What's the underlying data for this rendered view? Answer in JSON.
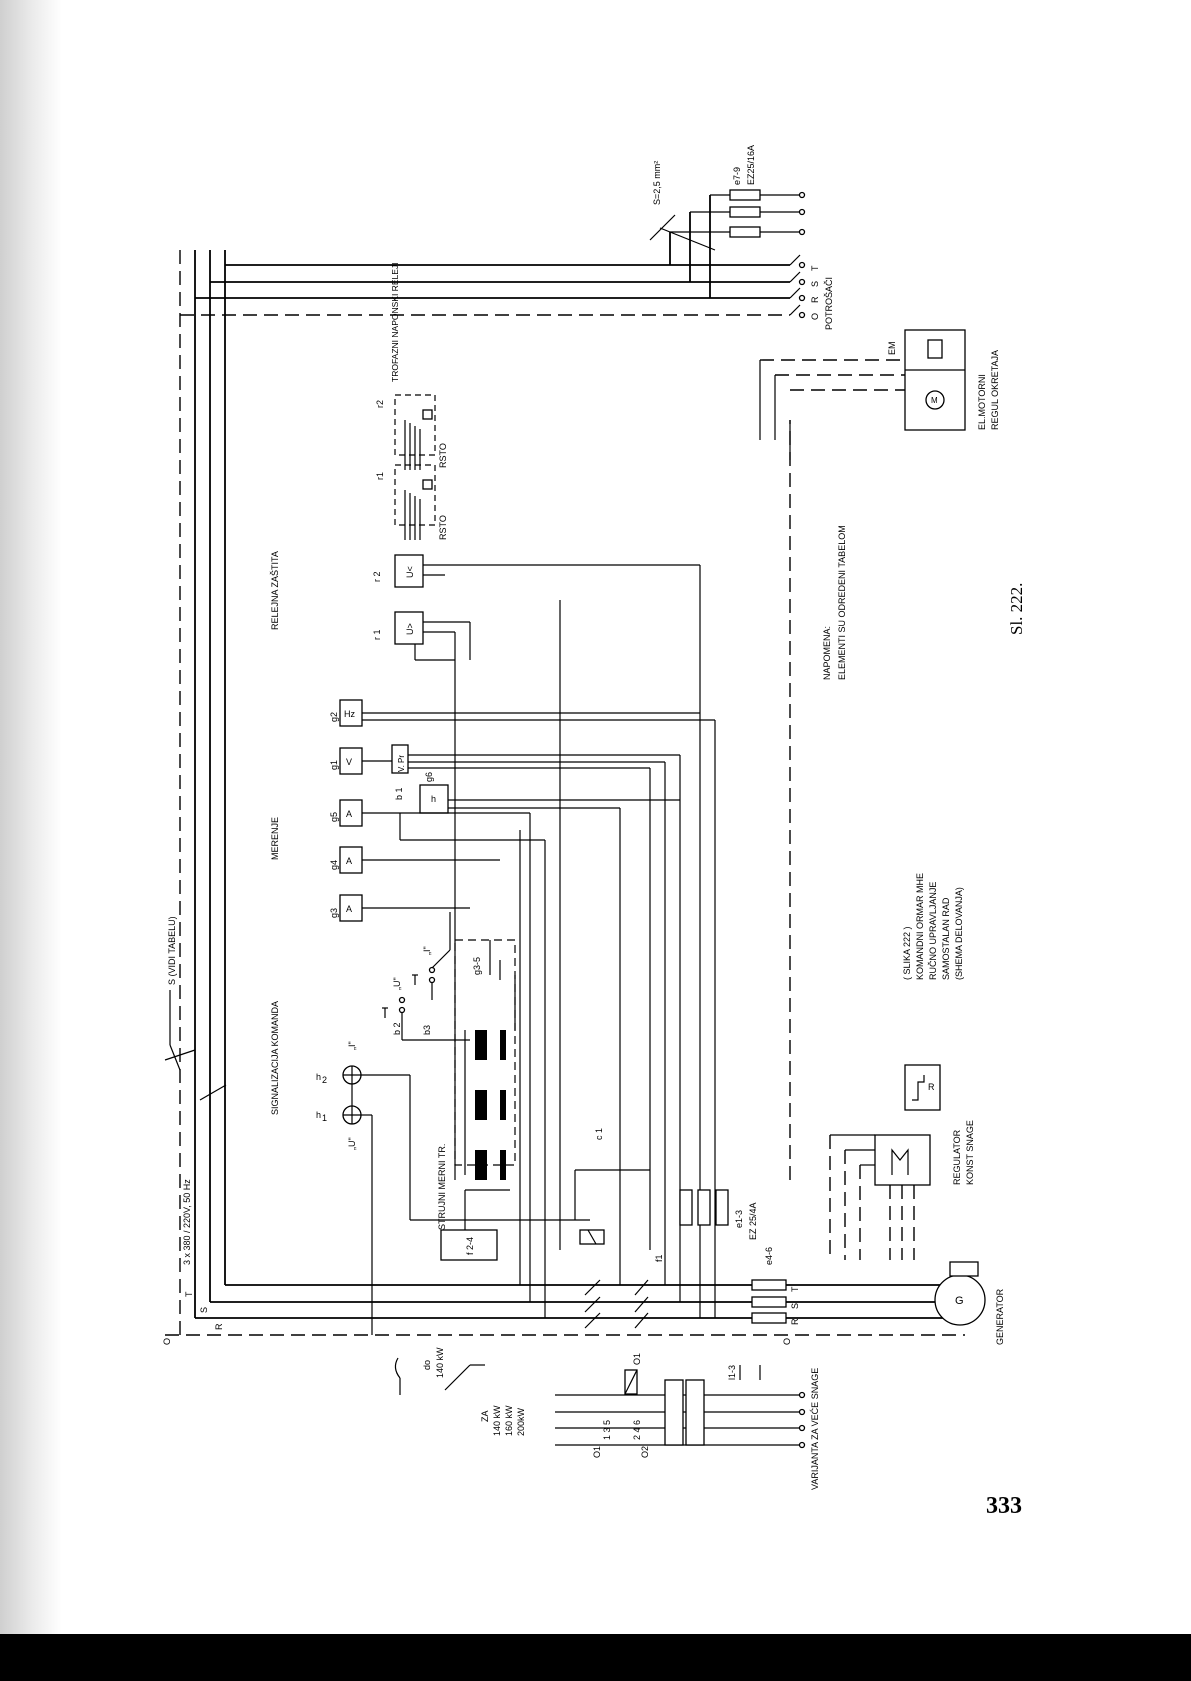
{
  "page": {
    "number": "333",
    "figure_caption": "Sl. 222."
  },
  "bus": {
    "supply": "3 x 380 / 220V, 50 Hz",
    "cable_note": "S (VIDI TABELU)",
    "phases": [
      "O",
      "R",
      "S",
      "T"
    ],
    "consumer_cable": "S=2,5 mm²",
    "consumer_phases": [
      "O",
      "R",
      "S",
      "T"
    ]
  },
  "sections": {
    "signaling": "SIGNALIZACIJA KOMANDA",
    "measuring": "MERENJE",
    "relay": "RELEJNA ZAŠTITA"
  },
  "signal_lamps": {
    "h1": "h",
    "h1_sub": "1",
    "h2": "h",
    "h2_sub": "2",
    "u_label": "„U\"",
    "i_label": "„I\""
  },
  "buttons": {
    "b2": "b 2",
    "b3": "b3",
    "u_label": "„U\"",
    "i_label": "„I\""
  },
  "current_transformers": {
    "label": "STRUJNI MERNI TR.",
    "group": "g3-5"
  },
  "meters": [
    {
      "id": "g3",
      "symbol": "A"
    },
    {
      "id": "g4",
      "symbol": "A"
    },
    {
      "id": "g5",
      "symbol": "A"
    },
    {
      "id": "g1",
      "symbol": "V"
    },
    {
      "id": "g2",
      "symbol": "Hz"
    }
  ],
  "voltmeter_switch": {
    "id": "b 1",
    "label": "V. Pr"
  },
  "hour_meter": {
    "id": "g6",
    "symbol": "h"
  },
  "relays": [
    {
      "id": "r 1",
      "symbol": "U>"
    },
    {
      "id": "r 2",
      "symbol": "U<"
    }
  ],
  "three_phase_relays": {
    "label": "TROFAZNI NAPONSKI RELEJI",
    "r1": "r1",
    "r2": "r2",
    "phases": "RSTO"
  },
  "fuses": {
    "e1": "e1-3",
    "e1_type": "EZ 25/4A",
    "e4": "e4-6",
    "e7": "e7-9",
    "e7_type": "EZ25/16A"
  },
  "contactor": {
    "c1": "c 1",
    "f1": "f1",
    "f24": "f 2-4"
  },
  "options": {
    "for_power": "ZA",
    "powers": [
      "140 kW",
      "160 kW",
      "200kW"
    ],
    "upto": "do",
    "upto_power": "140 kW",
    "o1": "O1",
    "o2": "O2",
    "o1b": "O1",
    "l13": "l1-3",
    "terms_top": "1 3 5",
    "terms_bottom": "2 4 6",
    "variant": "VARIJANTA ZA VEĆE SNAGE"
  },
  "generator": {
    "symbol": "G",
    "label": "GENERATOR",
    "phases": [
      "O",
      "R",
      "S",
      "T"
    ]
  },
  "regulator": {
    "label1": "REGULATOR",
    "label2": "KONST SNAGE",
    "r": "R"
  },
  "motor": {
    "em": "EM",
    "m": "M",
    "label1": "EL.MOTORNI",
    "label2": "REGUL OKRETAJA"
  },
  "consumers": "POTROŠAČI",
  "note": {
    "title": "NAPOMENA:",
    "text": "ELEMENTI SU ODREDENI TABELOM"
  },
  "caption_block": [
    "( SLIKA 222 )",
    "KOMANDNI ORMAR MHE",
    "RUČNO UPRAVLJANJE",
    "SAMOSTALAN RAD",
    "(SHEMA DELOVANJA)"
  ]
}
